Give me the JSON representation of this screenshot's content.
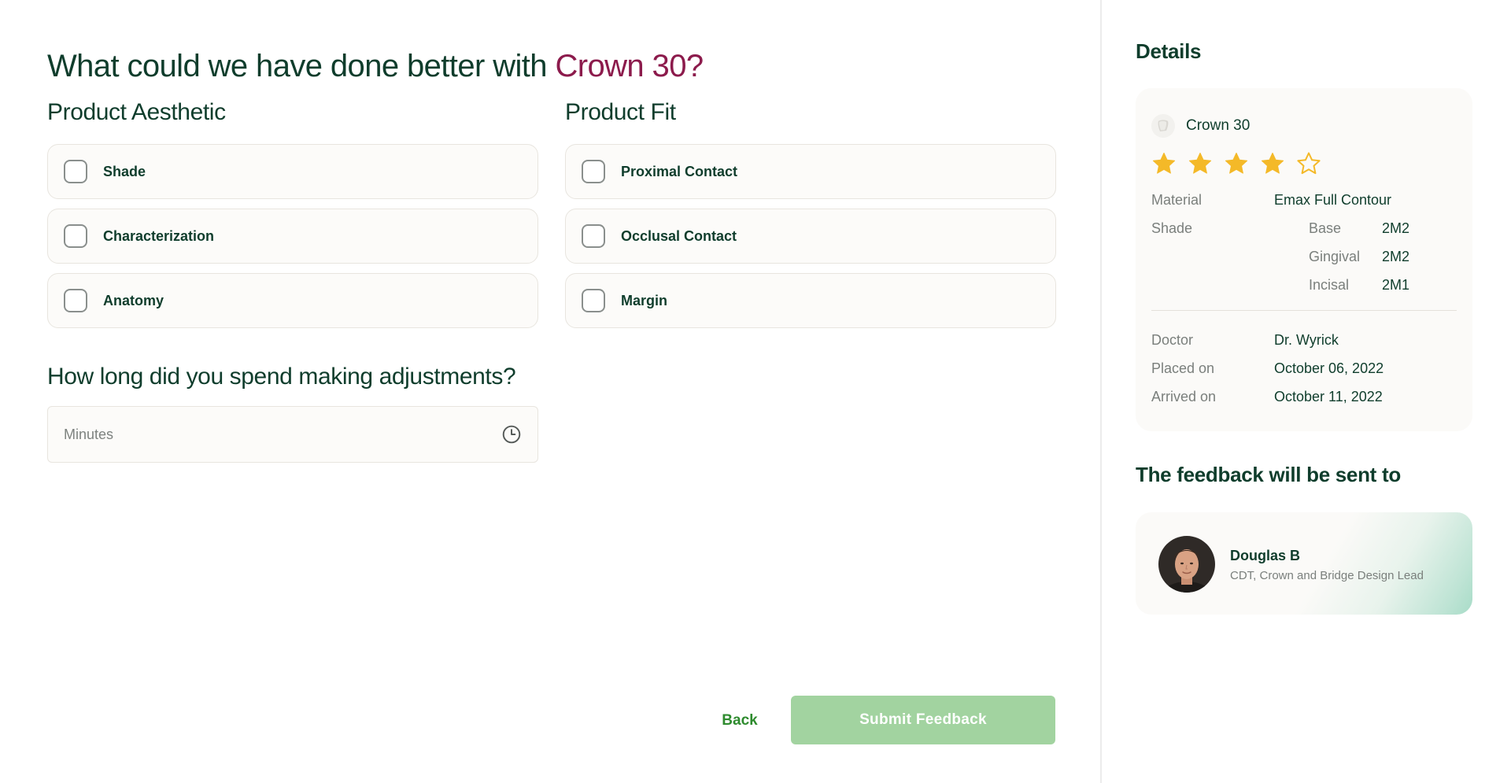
{
  "headline": {
    "prefix": "What could we have done better with ",
    "product": "Crown 30?"
  },
  "aesthetic": {
    "title": "Product Aesthetic",
    "options": [
      "Shade",
      "Characterization",
      "Anatomy"
    ]
  },
  "fit": {
    "title": "Product Fit",
    "options": [
      "Proximal Contact",
      "Occlusal Contact",
      "Margin"
    ]
  },
  "adjustments": {
    "title": "How long did you spend making adjustments?",
    "placeholder": "Minutes",
    "icon": "clock-icon"
  },
  "actions": {
    "back_label": "Back",
    "submit_label": "Submit Feedback"
  },
  "details": {
    "title": "Details",
    "product_name": "Crown 30",
    "rating": {
      "value": 4,
      "max": 5
    },
    "material_label": "Material",
    "material_value": "Emax Full Contour",
    "shade_label": "Shade",
    "shades": [
      {
        "label": "Base",
        "value": "2M2"
      },
      {
        "label": "Gingival",
        "value": "2M2"
      },
      {
        "label": "Incisal",
        "value": "2M1"
      }
    ],
    "doctor_label": "Doctor",
    "doctor_value": "Dr. Wyrick",
    "placed_label": "Placed on",
    "placed_value": "October 06, 2022",
    "arrived_label": "Arrived on",
    "arrived_value": "October 11, 2022"
  },
  "recipient": {
    "title": "The feedback will be sent to",
    "name": "Douglas B",
    "role": "CDT, Crown and Bridge Design Lead"
  },
  "colors": {
    "primary_text": "#0f3d2c",
    "accent": "#8c1b4c",
    "star": "#f4b928",
    "submit_bg": "#a2d3a0",
    "back_text": "#2e8b2e"
  }
}
